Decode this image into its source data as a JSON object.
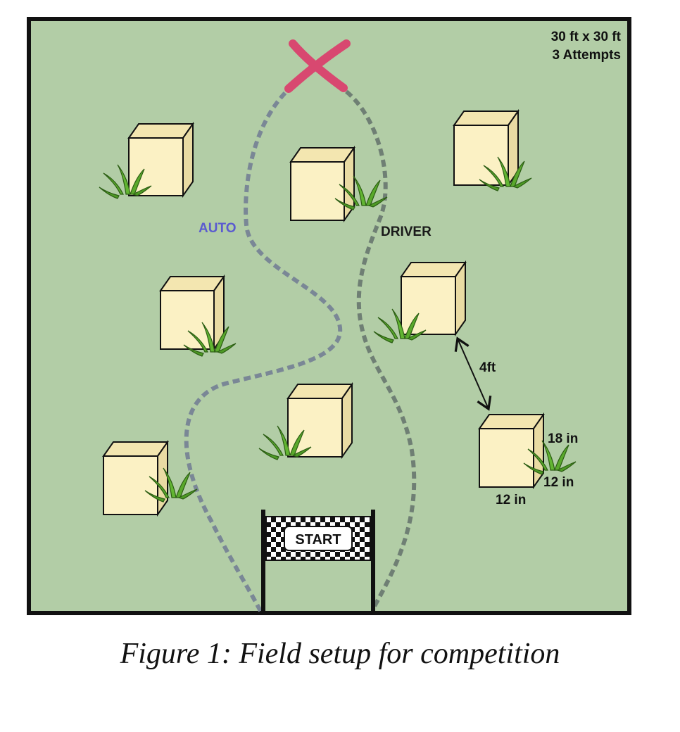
{
  "field": {
    "size_label": "30 ft x 30 ft",
    "attempts_label": "3 Attempts",
    "colors": {
      "grass": "#b2cda6",
      "border": "#111111",
      "box": "#fbf1c4",
      "box_side": "#e9dba3",
      "plant": "#5aa92c"
    }
  },
  "paths": {
    "auto": {
      "label": "AUTO",
      "color": "#5b5bd0",
      "line_color": "#7a8796"
    },
    "driver": {
      "label": "DRIVER",
      "color": "#1a1a1a",
      "line_color": "#6f7f74"
    }
  },
  "target": {
    "icon": "x-mark-icon",
    "color": "#d84870"
  },
  "start": {
    "label": "START",
    "icon": "checkered-flag-icon"
  },
  "measurements": {
    "spacing": "4ft",
    "height": "18 in",
    "depth": "12 in",
    "width": "12 in"
  },
  "caption": "Figure 1: Field setup for competition"
}
